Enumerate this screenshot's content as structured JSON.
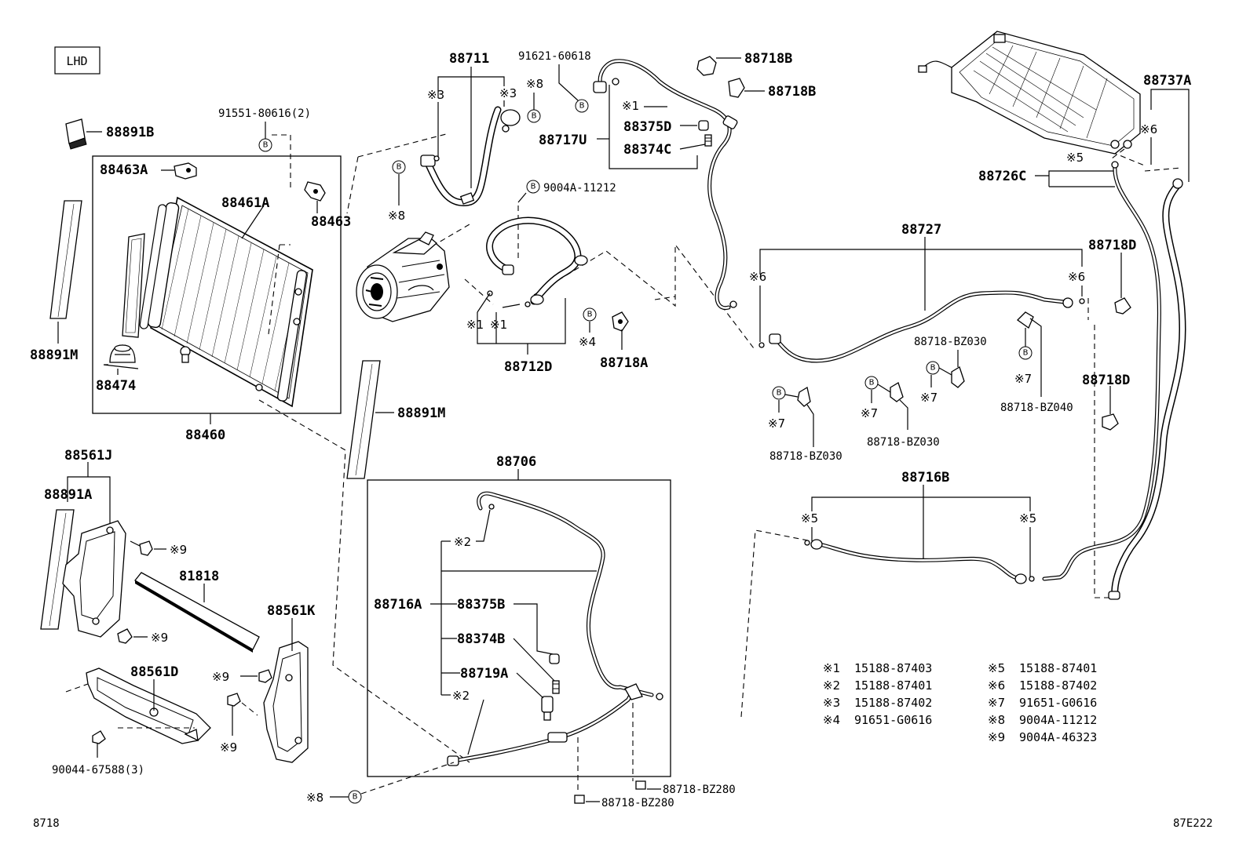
{
  "diagram": {
    "lhd_label": "LHD",
    "page_ref": "8718",
    "figure_code": "87E222",
    "bolt_symbol": "B"
  },
  "callouts": {
    "p88891B": "88891B",
    "p91551": "91551-80616(2)",
    "p88463A": "88463A",
    "p88461A": "88461A",
    "p88463": "88463",
    "p88891M_l": "88891M",
    "p88474": "88474",
    "p88460": "88460",
    "p88711": "88711",
    "n3a": "※3",
    "n3b": "※3",
    "n8a": "※8",
    "n8b": "※8",
    "p91621": "91621-60618",
    "n1top": "※1",
    "p88375D": "88375D",
    "p88374C": "88374C",
    "p88717U": "88717U",
    "p88718B_1": "88718B",
    "p88718B_2": "88718B",
    "p9004A": "9004A-11212",
    "n1a": "※1",
    "n1b": "※1",
    "p88712D": "88712D",
    "n4": "※4",
    "p88718A": "88718A",
    "p88891M_m": "88891M",
    "p88737A": "88737A",
    "n6r": "※6",
    "p88726C": "88726C",
    "n5top": "※5",
    "p88727": "88727",
    "n6a": "※6",
    "n6b": "※6",
    "p88718D_1": "88718D",
    "p88718D_2": "88718D",
    "pBZ030_1": "88718-BZ030",
    "n7a": "※7",
    "pBZ040": "88718-BZ040",
    "n7b": "※7",
    "n7c": "※7",
    "n7d": "※7",
    "pBZ030_2": "88718-BZ030",
    "pBZ030_3": "88718-BZ030",
    "p88716B": "88716B",
    "n5a": "※5",
    "n5b": "※5",
    "p88561J": "88561J",
    "p88891A": "88891A",
    "n9a": "※9",
    "p81818": "81818",
    "n9b": "※9",
    "p88561K": "88561K",
    "p88561D": "88561D",
    "n9c": "※9",
    "n9d": "※9",
    "p90044": "90044-67588(3)",
    "p88706": "88706",
    "n2a": "※2",
    "p88716A": "88716A",
    "p88375B": "88375B",
    "p88374B": "88374B",
    "p88719A": "88719A",
    "n2b": "※2",
    "n8c": "※8",
    "pBZ280_1": "88718-BZ280",
    "pBZ280_2": "88718-BZ280"
  },
  "legend": [
    {
      "mark": "※1",
      "part": "15188-87403"
    },
    {
      "mark": "※2",
      "part": "15188-87401"
    },
    {
      "mark": "※3",
      "part": "15188-87402"
    },
    {
      "mark": "※4",
      "part": "91651-G0616"
    },
    {
      "mark": "※5",
      "part": "15188-87401"
    },
    {
      "mark": "※6",
      "part": "15188-87402"
    },
    {
      "mark": "※7",
      "part": "91651-G0616"
    },
    {
      "mark": "※8",
      "part": "9004A-11212"
    },
    {
      "mark": "※9",
      "part": "9004A-46323"
    }
  ]
}
